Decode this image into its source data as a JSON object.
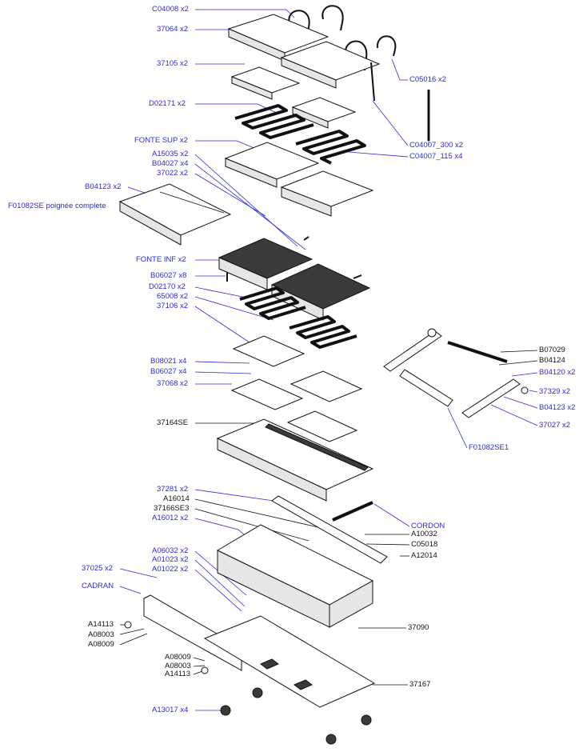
{
  "colors": {
    "label_blue": "#2b2bd0",
    "label_black": "#111111",
    "line": "#111111"
  },
  "labels_left": [
    {
      "id": "c04008",
      "text": "C04008  x2",
      "color": "blue"
    },
    {
      "id": "37064",
      "text": "37064  x2",
      "color": "blue"
    },
    {
      "id": "37105",
      "text": "37105  x2",
      "color": "blue"
    },
    {
      "id": "d02171",
      "text": "D02171  x2",
      "color": "blue"
    },
    {
      "id": "fonte-sup",
      "text": "FONTE SUP  x2",
      "color": "blue"
    },
    {
      "id": "a15035",
      "text": "A15035  x2",
      "color": "blue"
    },
    {
      "id": "b04027",
      "text": "B04027  x4",
      "color": "blue"
    },
    {
      "id": "37022",
      "text": "37022  x2",
      "color": "blue"
    },
    {
      "id": "b04123-left",
      "text": "B04123  x2",
      "color": "blue"
    },
    {
      "id": "f01082se",
      "text": "F01082SE  poignée complete",
      "color": "blue"
    },
    {
      "id": "fonte-inf",
      "text": "FONTE INF  x2",
      "color": "blue"
    },
    {
      "id": "b06027-x8",
      "text": "B06027  x8",
      "color": "blue"
    },
    {
      "id": "d02170",
      "text": "D02170  x2",
      "color": "blue"
    },
    {
      "id": "65008",
      "text": "65008  x2",
      "color": "blue"
    },
    {
      "id": "37106",
      "text": "37106  x2",
      "color": "blue"
    },
    {
      "id": "b08021",
      "text": "B08021  x4",
      "color": "blue"
    },
    {
      "id": "b06027-x4",
      "text": "B06027  x4",
      "color": "blue"
    },
    {
      "id": "37068",
      "text": "37068  x2",
      "color": "blue"
    },
    {
      "id": "37164se",
      "text": "37164SE",
      "color": "black"
    },
    {
      "id": "37281",
      "text": "37281  x2",
      "color": "blue"
    },
    {
      "id": "a16014",
      "text": "A16014",
      "color": "black"
    },
    {
      "id": "37166se3",
      "text": "37166SE3",
      "color": "black"
    },
    {
      "id": "a16012",
      "text": "A16012  x2",
      "color": "blue"
    },
    {
      "id": "a06032",
      "text": "A06032  x2",
      "color": "blue"
    },
    {
      "id": "a01023",
      "text": "A01023  x2",
      "color": "blue"
    },
    {
      "id": "a01022",
      "text": "A01022  x2",
      "color": "blue"
    },
    {
      "id": "37025",
      "text": "37025  x2",
      "color": "blue"
    },
    {
      "id": "cadran",
      "text": "CADRAN",
      "color": "blue"
    },
    {
      "id": "a14113-a",
      "text": "A14113",
      "color": "black"
    },
    {
      "id": "a08003-a",
      "text": "A08003",
      "color": "black"
    },
    {
      "id": "a08009-a",
      "text": "A08009",
      "color": "black"
    },
    {
      "id": "a08009-b",
      "text": "A08009",
      "color": "black"
    },
    {
      "id": "a08003-b",
      "text": "A08003",
      "color": "black"
    },
    {
      "id": "a14113-b",
      "text": "A14113",
      "color": "black"
    },
    {
      "id": "a13017",
      "text": "A13017  x4",
      "color": "blue"
    }
  ],
  "labels_right": [
    {
      "id": "c05016",
      "text": "C05016  x2",
      "color": "blue"
    },
    {
      "id": "c04007-300",
      "text": "C04007_300  x2",
      "color": "blue"
    },
    {
      "id": "c04007-115",
      "text": "C04007_115  x4",
      "color": "blue"
    },
    {
      "id": "b07029",
      "text": "B07029",
      "color": "black"
    },
    {
      "id": "b04124",
      "text": "B04124",
      "color": "black"
    },
    {
      "id": "b04120",
      "text": "B04120  x2",
      "color": "blue"
    },
    {
      "id": "37329",
      "text": "37329  x2",
      "color": "blue"
    },
    {
      "id": "b04123-right",
      "text": "B04123  x2",
      "color": "blue"
    },
    {
      "id": "37027",
      "text": "37027  x2",
      "color": "blue"
    },
    {
      "id": "f01082se1",
      "text": "F01082SE1",
      "color": "blue"
    },
    {
      "id": "cordon",
      "text": "CORDON",
      "color": "blue"
    },
    {
      "id": "a10032",
      "text": "A10032",
      "color": "black"
    },
    {
      "id": "c05018",
      "text": "C05018",
      "color": "black"
    },
    {
      "id": "a12014",
      "text": "A12014",
      "color": "black"
    },
    {
      "id": "37090",
      "text": "37090",
      "color": "black"
    },
    {
      "id": "37167",
      "text": "37167",
      "color": "black"
    }
  ]
}
